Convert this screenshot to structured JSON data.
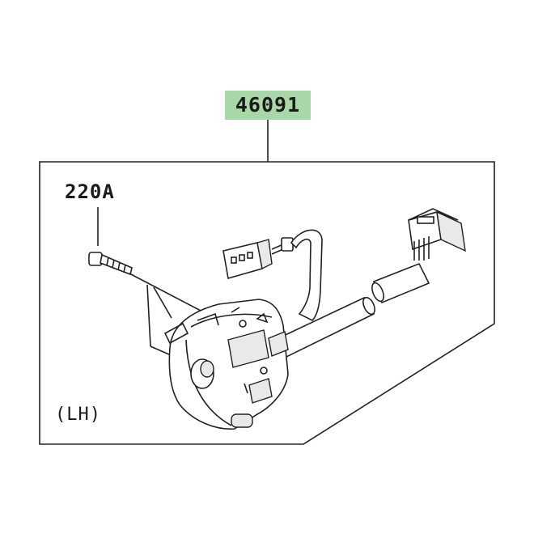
{
  "labels": {
    "part_number": "46091",
    "bolt": "220A",
    "side": "(LH)"
  },
  "colors": {
    "part_number_highlight": "#a8d8a8",
    "line": "#222222"
  }
}
